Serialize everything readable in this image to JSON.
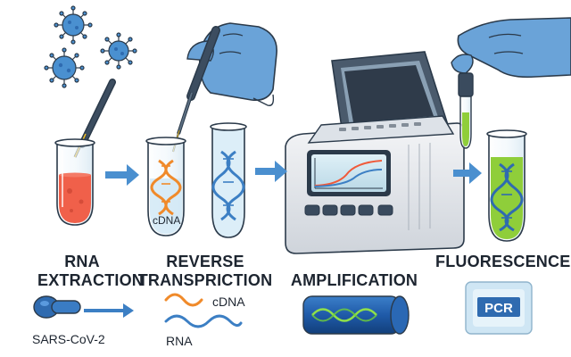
{
  "stages": [
    {
      "line1": "RNA",
      "line2": "EXTRACTION"
    },
    {
      "line1": "REVERSE",
      "line2": "TRANSPRICTION"
    },
    {
      "line1": "",
      "line2": "AMPLIFICATION"
    },
    {
      "line1": "",
      "line2": "FLUORESCENCE"
    }
  ],
  "labels": {
    "tube_cdna": "cDNA",
    "legend_cdna": "cDNA",
    "legend_rna": "RNA",
    "virus_name": "SARS-CoV-2",
    "badge": "PCR"
  },
  "colors": {
    "outline": "#2b3a4a",
    "glove": "#6aa3d8",
    "arrow": "#4a8fcf",
    "red_liquid": "#f0604a",
    "blue_liquid": "#b9ddf0",
    "green_liquid": "#8fce3a",
    "virus": "#4a90d0",
    "cdna_orange": "#f08a2a",
    "rna_blue": "#3c7fc4"
  }
}
